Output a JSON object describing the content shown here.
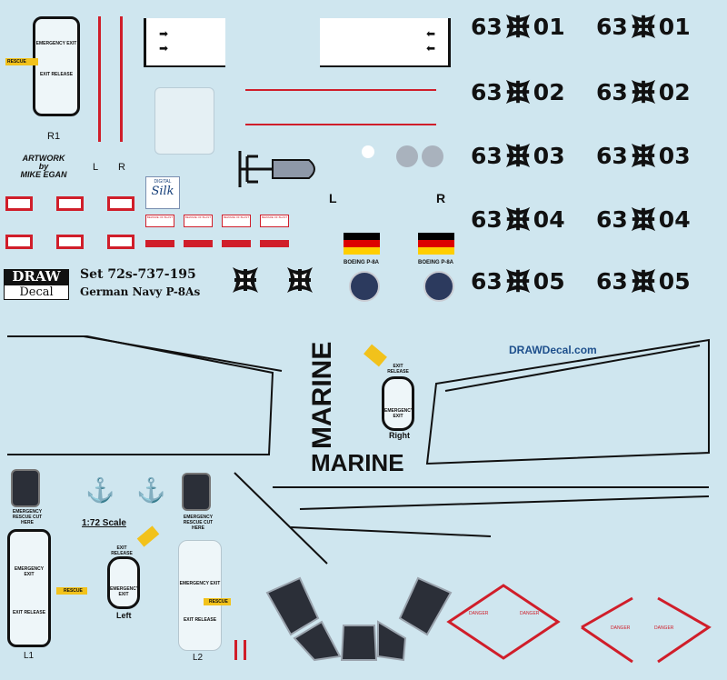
{
  "sheet": {
    "set_label": "Set 72s-737-195",
    "set_subtitle": "German Navy P-8As",
    "brand_top": "DRAW",
    "brand_bottom": "Decal",
    "website": "DRAWDecal.com",
    "artwork_line1": "ARTWORK",
    "artwork_line2": "by",
    "artwork_line3": "MIKE EGAN",
    "scale": "1:72 Scale",
    "silk_top": "DIGITAL",
    "silk_main": "Silk"
  },
  "serials": [
    "63",
    "01",
    "63",
    "01",
    "63",
    "02",
    "63",
    "02",
    "63",
    "03",
    "63",
    "03",
    "63",
    "04",
    "63",
    "04",
    "63",
    "05",
    "63",
    "05"
  ],
  "labels": {
    "r1": "R1",
    "l_top": "L",
    "r_top": "R",
    "l_mid": "L",
    "r_mid": "R",
    "l1": "L1",
    "l2": "L2",
    "left": "Left",
    "right": "Right",
    "boeing1": "BOEING P-8A",
    "boeing2": "BOEING P-8A",
    "marine1": "MARINE",
    "marine2": "MARINE"
  },
  "stencils": {
    "emergency_exit": "EMERGENCY EXIT",
    "exit_release": "EXIT RELEASE",
    "rescue": "RESCUE",
    "emergency_rescue": "EMERGENCY RESCUE CUT HERE",
    "danger": "DANGER",
    "beware_blast": "BEWARE OF BLAST"
  },
  "colors": {
    "background": "#cfe6ef",
    "red": "#d01e2a",
    "black": "#111111",
    "flag_black": "#000000",
    "flag_red": "#dd0000",
    "flag_gold": "#ffce00"
  }
}
